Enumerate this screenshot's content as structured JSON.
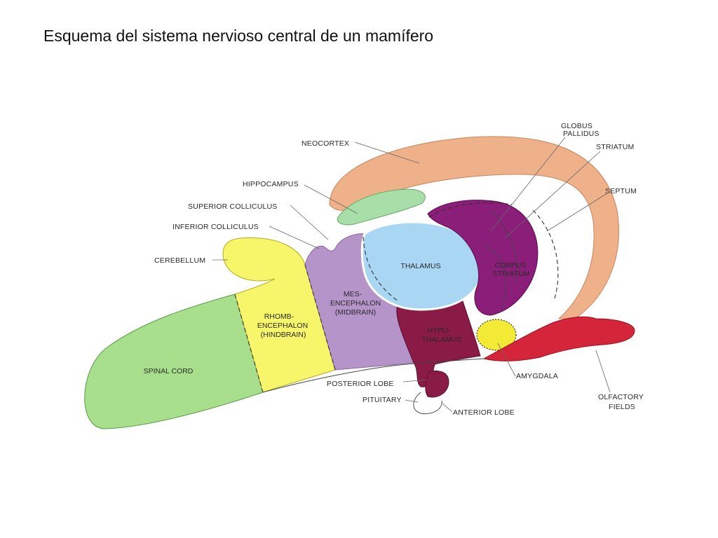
{
  "title": "Esquema del sistema nervioso central de un mamífero",
  "colors": {
    "neocortex": "#efb189",
    "hippocampus": "#a8dfa8",
    "spinal_cord": "#a7df8c",
    "rhombencephalon": "#f7f56a",
    "mesencephalon": "#b594c9",
    "thalamus": "#a9d6f3",
    "corpus_striatum": "#8a1e78",
    "hypothalamus": "#8a1b46",
    "amygdala": "#f2ea35",
    "olfactory": "#d4253b"
  },
  "labels": {
    "globus_pallidus_1": "GLOBUS",
    "globus_pallidus_2": "PALLIDUS",
    "striatum": "STRIATUM",
    "neocortex": "NEOCORTEX",
    "hippocampus": "HIPPOCAMPUS",
    "septum": "SEPTUM",
    "superior_colliculus": "SUPERIOR COLLICULUS",
    "inferior_colliculus": "INFERIOR COLLICULUS",
    "cerebellum": "CEREBELLUM",
    "thalamus": "THALAMUS",
    "corpus_striatum_1": "CORPUS",
    "corpus_striatum_2": "STRIATUM",
    "mesencephalon_1": "MES-",
    "mesencephalon_2": "ENCEPHALON",
    "mesencephalon_3": "(MIDBRAIN)",
    "rhombencephalon_1": "RHOMB-",
    "rhombencephalon_2": "ENCEPHALON",
    "rhombencephalon_3": "(HINDBRAIN)",
    "hypothalamus_1": "HYPO-",
    "hypothalamus_2": "THALAMUS",
    "spinal_cord": "SPINAL CORD",
    "amygdala": "AMYGDALA",
    "posterior_lobe": "POSTERIOR LOBE",
    "pituitary": "PITUITARY",
    "anterior_lobe": "ANTERIOR LOBE",
    "olfactory_fields_1": "OLFACTORY",
    "olfactory_fields_2": "FIELDS"
  }
}
